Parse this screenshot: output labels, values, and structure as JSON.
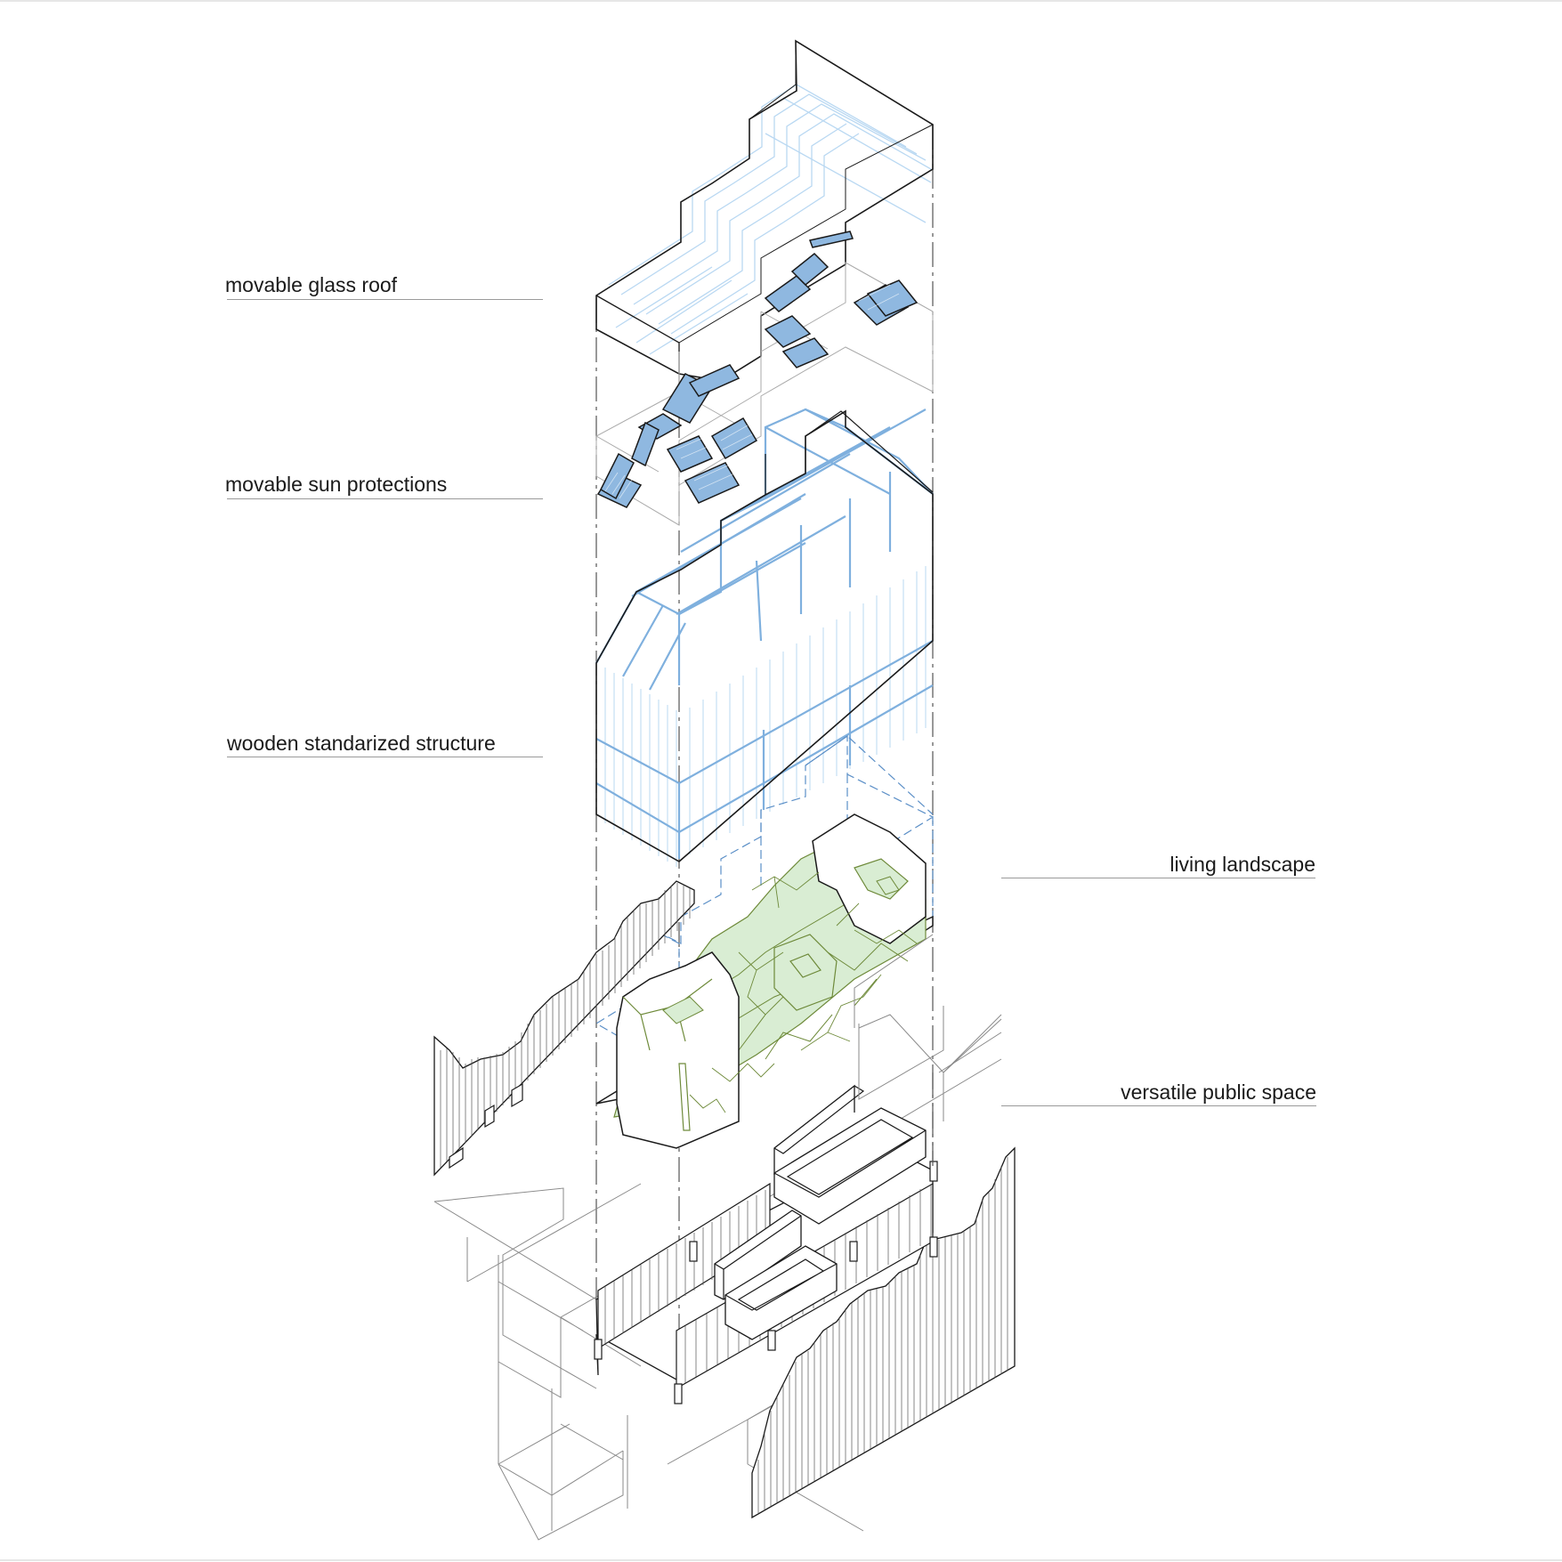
{
  "labels": {
    "glass_roof": "movable glass roof",
    "sun_protections": "movable sun protections",
    "structure": "wooden standarized structure",
    "landscape": "living landscape",
    "public_space": "versatile public space"
  },
  "colors": {
    "line": "#1a1a1a",
    "grey_line": "#8a8a8a",
    "blue_line": "#7fb0de",
    "light_blue": "#b9d8f2",
    "panel_blue": "#8fb8e0",
    "green_fill": "#d9edd3",
    "green_line": "#6e8a3a",
    "dash_blue": "#5b8fc7"
  }
}
